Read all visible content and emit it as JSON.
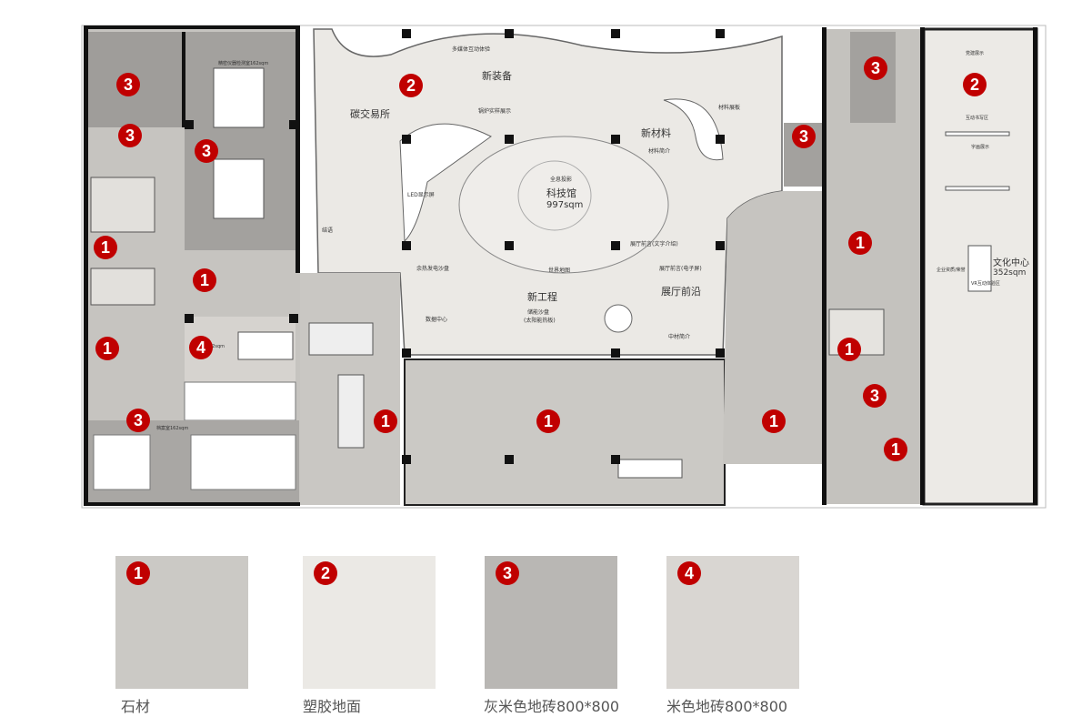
{
  "plan": {
    "labels": {
      "tan_exchange": "碳交易所",
      "new_equipment": "新装备",
      "new_materials": "新材料",
      "museum_name": "科技馆",
      "museum_area": "997sqm",
      "new_engineering": "新工程",
      "hall_frontier": "展厅前沿",
      "multimedia": "多媒体互动体验",
      "led_screen": "LED显示屏",
      "hologram": "全息投影",
      "world_map": "世界地图",
      "data_center": "数据中心",
      "storage_sandbox": "储能沙盘",
      "solar_panel": "(太阳能热板)",
      "waste_heat": "余热发电沙盘",
      "boiler": "锅炉实样展示",
      "material_intro": "材料简介",
      "material_panel": "材料展板",
      "hall_preface_text": "展厅前言(文字介绍)",
      "hall_preface_screen": "展厅前言(电子屏)",
      "sinoma_intro": "中材简介",
      "conclusion": "结语",
      "culture_center": "文化中心",
      "culture_area": "352sqm",
      "enterprise": "企业资质/荣誉",
      "vr_zone": "VR互动体验区",
      "party_display": "党建展示",
      "calligraphy": "字画展示",
      "interactive_writing": "互动书写区",
      "lab_room": "精密仪器检测室162sqm",
      "meeting_room": "52sqm",
      "archive_room": "档案室162sqm"
    },
    "markers": [
      "1",
      "1",
      "1",
      "1",
      "1",
      "1",
      "1",
      "1",
      "1",
      "2",
      "2",
      "3",
      "3",
      "3",
      "3",
      "3",
      "3",
      "3",
      "4"
    ]
  },
  "legend": [
    {
      "number": "1",
      "label": "石材",
      "color": "#cbc9c5"
    },
    {
      "number": "2",
      "label": "塑胶地面",
      "color": "#ebe9e5"
    },
    {
      "number": "3",
      "label": "灰米色地砖800*800",
      "color": "#b9b7b4"
    },
    {
      "number": "4",
      "label": "米色地砖800*800",
      "color": "#d9d6d2"
    }
  ],
  "colors": {
    "marker": "#c00000",
    "wall": "#111111"
  }
}
